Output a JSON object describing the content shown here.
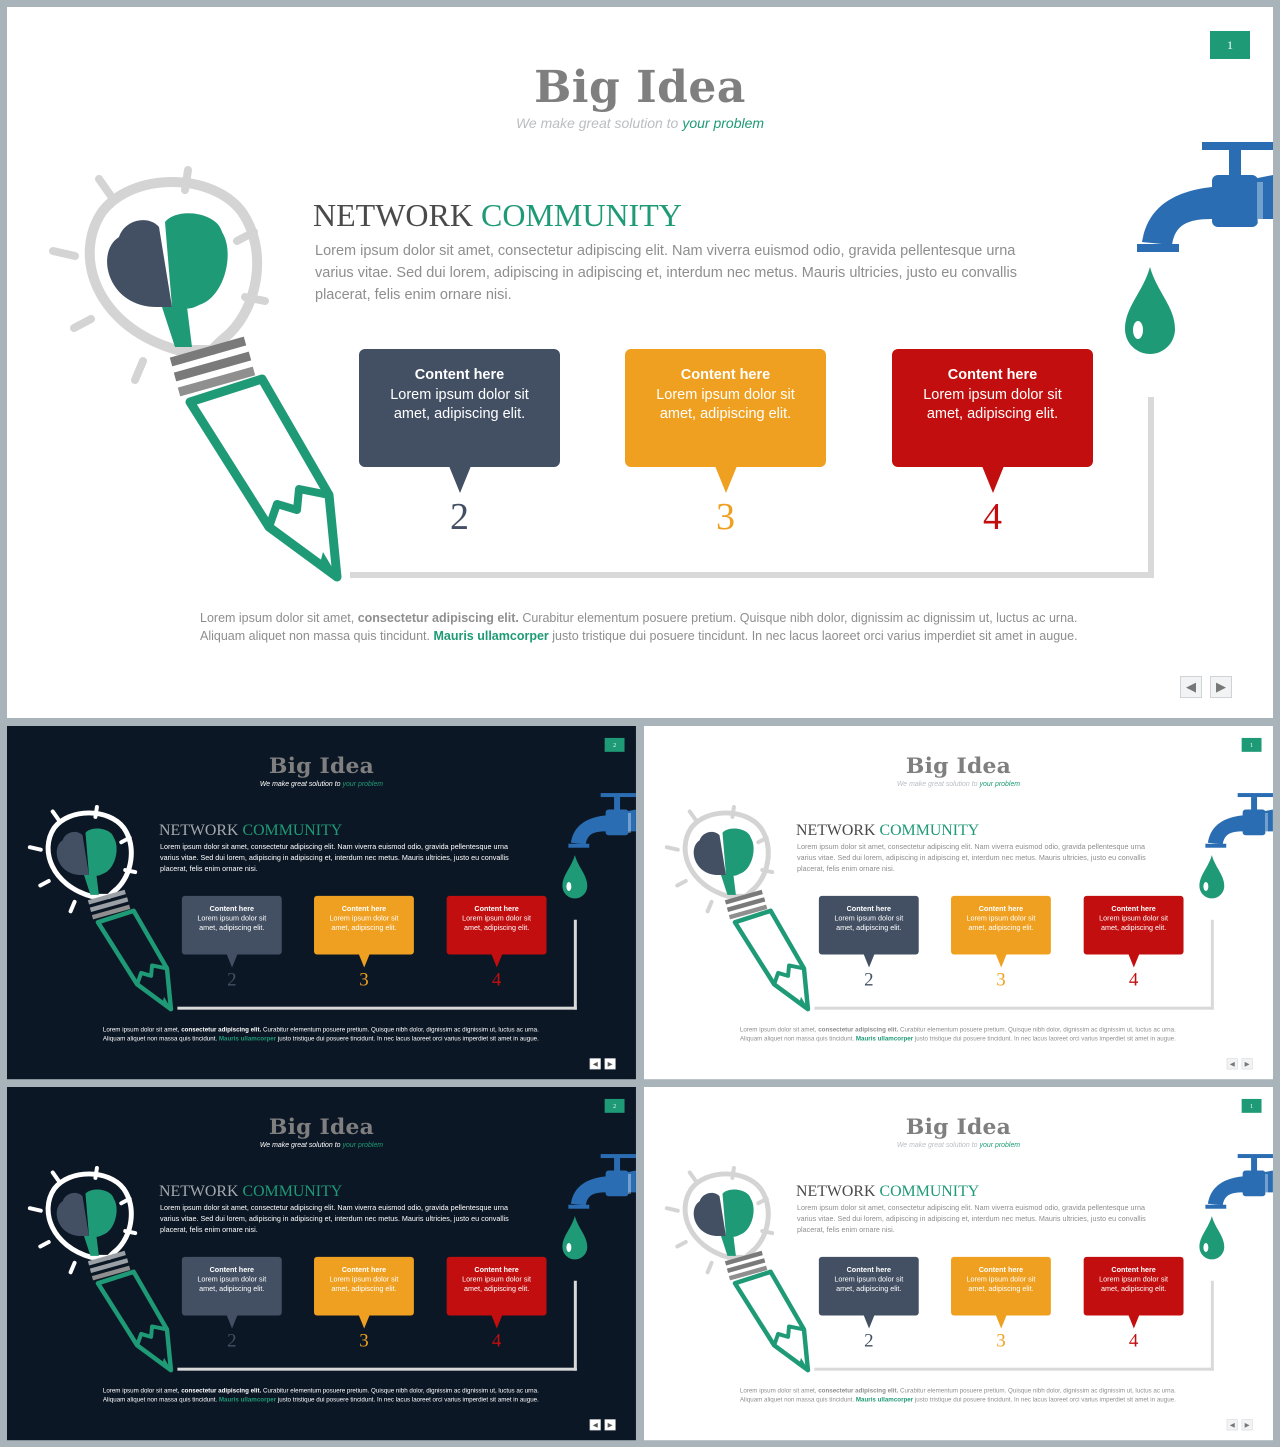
{
  "slides": [
    {
      "theme": "light",
      "page_number": "1"
    },
    {
      "theme": "dark",
      "page_number": "2"
    },
    {
      "theme": "light",
      "page_number": "1"
    },
    {
      "theme": "dark",
      "page_number": "2"
    },
    {
      "theme": "light",
      "page_number": "1"
    }
  ],
  "content": {
    "title": "Big Idea",
    "subtitle_part1": "We make great solution to",
    "subtitle_part2": "your problem",
    "heading_part1": "NETWORK",
    "heading_part2": "COMMUNITY",
    "intro": "Lorem ipsum dolor sit amet, consectetur adipiscing elit. Nam viverra euismod odio, gravida pellentesque urna varius vitae. Sed dui lorem, adipiscing in adipiscing et, interdum nec metus. Mauris ultricies, justo eu convallis placerat, felis enim ornare nisi.",
    "cards": [
      {
        "title": "Content here",
        "text": "Lorem ipsum dolor sit amet, adipiscing elit.",
        "number": "2",
        "color": "#435064"
      },
      {
        "title": "Content here",
        "text": "Lorem ipsum dolor sit amet, adipiscing elit.",
        "number": "3",
        "color": "#f0a020"
      },
      {
        "title": "Content here",
        "text": "Lorem ipsum dolor sit amet, adipiscing elit.",
        "number": "4",
        "color": "#c20e0e"
      }
    ],
    "footer_part1": "Lorem ipsum dolor sit amet, ",
    "footer_bold": "consectetur adipiscing elit.",
    "footer_part2": " Curabitur elementum posuere pretium. Quisque nibh dolor, dignissim ac dignissim ut, luctus ac urna. Aliquam aliquet non massa quis tincidunt. ",
    "footer_green": "Mauris ullamcorper",
    "footer_part3": " justo tristique dui posuere tincidunt. In nec lacus laoreet orci varius imperdiet sit amet in augue.",
    "nav_prev": "◀",
    "nav_next": "▶"
  },
  "colors": {
    "accent_green": "#1f9a76",
    "slate": "#435064",
    "orange": "#f0a020",
    "red": "#c20e0e",
    "faucet_blue": "#2a6db3",
    "dark_bg": "#0c1725"
  },
  "icons": [
    "lightbulb-brain-pencil-icon",
    "faucet-icon",
    "water-drop-icon"
  ]
}
